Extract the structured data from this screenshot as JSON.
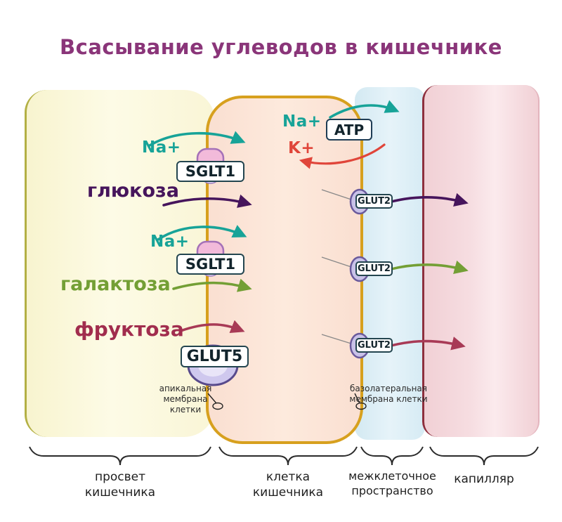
{
  "title": "Всасывание углеводов в кишечнике",
  "molecules": {
    "na_top": "Na+",
    "na_sglt1_top": "Na+",
    "na_sglt1_bottom": "Na+",
    "k": "K+",
    "glucose": "глюкоза",
    "galactose": "галактоза",
    "fructose": "фруктоза"
  },
  "transporters": {
    "atp": "ATP",
    "sglt1_top": "SGLT1",
    "sglt1_bottom": "SGLT1",
    "glut5": "GLUT5",
    "glut2_top": "GLUT2",
    "glut2_middle": "GLUT2",
    "glut2_bottom": "GLUT2"
  },
  "membrane_labels": {
    "apical": "апикальная мембрана клетки",
    "basolateral": "базолатеральная мембрана клетки"
  },
  "region_labels": {
    "lumen_line1": "просвет",
    "lumen_line2": "кишечника",
    "cell_line1": "клетка",
    "cell_line2": "кишечника",
    "intercellular_line1": "межклеточное",
    "intercellular_line2": "пространство",
    "capillary": "капилляр"
  },
  "colors": {
    "title": "#8a3579",
    "teal_accent": "#17a398",
    "red_accent": "#e0453a",
    "purple_accent": "#46155c",
    "green_accent": "#739f35",
    "maroon_accent": "#a83a56",
    "lumen_bg": "#f9f5d6",
    "lumen_edge": "#b3b044",
    "cell_bg": "#fadfd1",
    "cell_membrane": "#d7a01e",
    "intercellular_bg": "#d6ebf4",
    "capillary_bg": "#f1d0d5",
    "capillary_wall": "#8e2f3d",
    "transporter_pink": "#f2bada",
    "transporter_lavender": "#cfc8ee"
  }
}
